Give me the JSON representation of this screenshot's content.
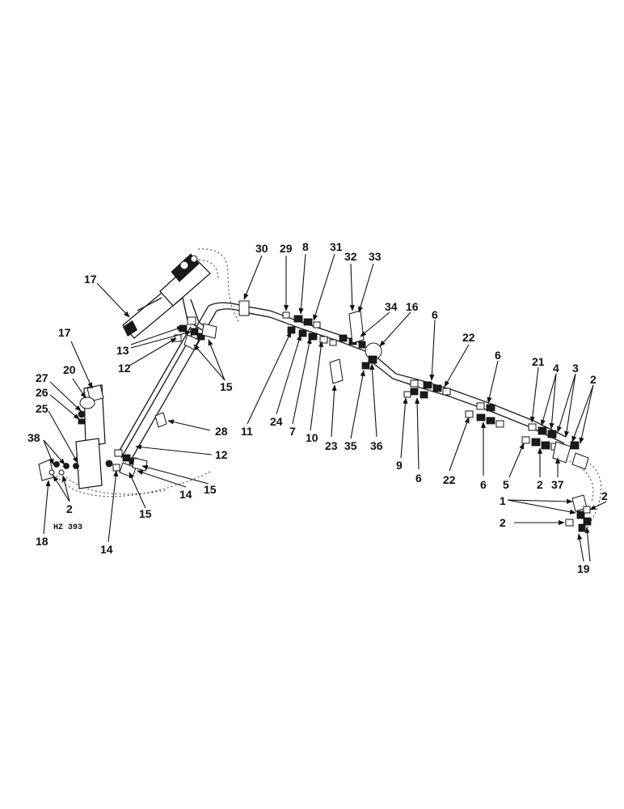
{
  "drawing": {
    "code": "HZ 393",
    "callouts": [
      "1",
      "2",
      "3",
      "4",
      "5",
      "6",
      "7",
      "8",
      "9",
      "10",
      "11",
      "12",
      "13",
      "14",
      "15",
      "16",
      "17",
      "18",
      "19",
      "20",
      "21",
      "22",
      "23",
      "24",
      "25",
      "26",
      "27",
      "28",
      "29",
      "30",
      "31",
      "32",
      "33",
      "34",
      "35",
      "36",
      "37",
      "38"
    ]
  }
}
